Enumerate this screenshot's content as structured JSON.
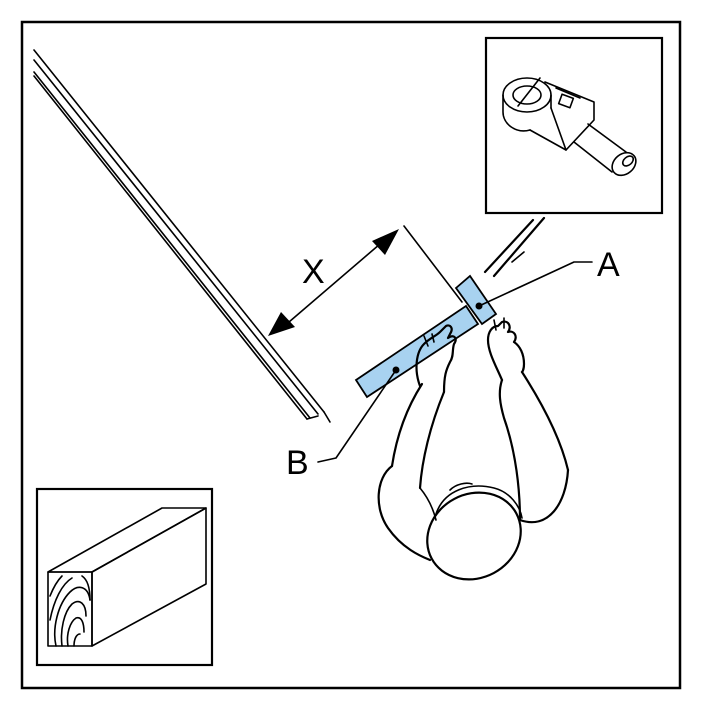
{
  "labels": {
    "distance": "X",
    "part_a": "A",
    "part_b": "B"
  },
  "icons": {
    "inset_top_right": "trolley-connector-icon",
    "inset_bottom_left": "wooden-block-icon"
  },
  "colors": {
    "highlight": "#a8d2f0",
    "line": "#000000",
    "background": "#ffffff"
  }
}
